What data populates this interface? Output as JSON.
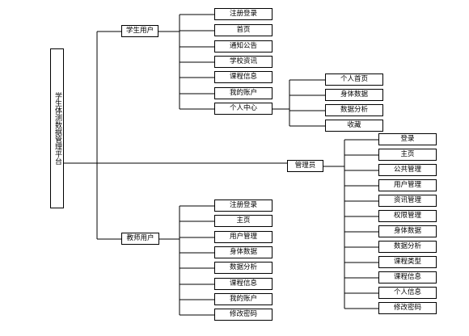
{
  "root": {
    "label": "学生体测数据管理平台"
  },
  "branches": {
    "student": {
      "label": "学生用户",
      "children": [
        "注册登录",
        "首页",
        "通知公告",
        "学校资讯",
        "课程信息",
        "我的账户",
        "个人中心"
      ],
      "personal_center": {
        "children": [
          "个人首页",
          "身体数据",
          "数据分析",
          "收藏"
        ]
      }
    },
    "admin": {
      "label": "管理员",
      "children": [
        "登录",
        "主页",
        "公共管理",
        "用户管理",
        "资讯管理",
        "权限管理",
        "身体数据",
        "数据分析",
        "课程类型",
        "课程信息",
        "个人信息",
        "修改密码"
      ]
    },
    "teacher": {
      "label": "教师用户",
      "children": [
        "注册登录",
        "主页",
        "用户管理",
        "身体数据",
        "数据分析",
        "课程信息",
        "我的账户",
        "修改密码"
      ]
    }
  }
}
